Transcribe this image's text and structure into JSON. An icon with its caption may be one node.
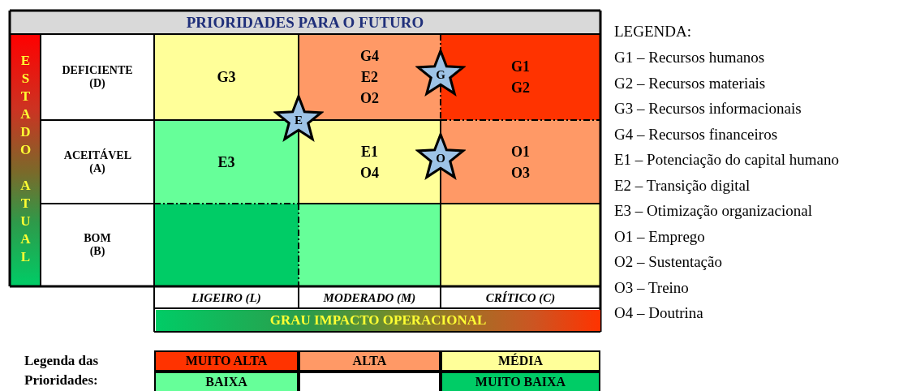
{
  "diagram": {
    "title": "PRIORIDADES PARA O FUTURO",
    "nodes": [
      {
        "text": [
          "G"
        ]
      },
      {
        "text": [
          "E"
        ]
      },
      {
        "text": [
          "O"
        ]
      }
    ],
    "edges": [],
    "labels": [
      "ESTADO ATUAL",
      "DEFICIENTE (D)",
      "G3",
      "G4 E2 O2",
      "G1 G2",
      "ACEITÁVEL (A)",
      "E3",
      "E1 O4",
      "O1 O3",
      "BOM (B)",
      "LIGEIRO (L)",
      "MODERADO (M)",
      "CRÍTICO (C)",
      "GRAU IMPACTO OPERACIONAL",
      "LEGENDA:",
      "G1 – Recursos humanos",
      "G2 – Recursos materiais",
      "G3 – Recursos informacionais",
      "G4 – Recursos financeiros",
      "E1 – Potenciação do capital humano",
      "E2 – Transição digital",
      "E3 – Otimização organizacional",
      "O1 – Emprego",
      "O2 – Sustentação",
      "O3 – Treino",
      "O4 – Doutrina",
      "Legenda das Prioridades:"
    ],
    "legend": [
      {
        "text": "MUITO ALTA",
        "color": "#ff3300"
      },
      {
        "text": "ALTA",
        "color": "#ff9966"
      },
      {
        "text": "MÉDIA",
        "color": "#ffff99"
      },
      {
        "text": "BAIXA",
        "color": "#66ff99"
      },
      {
        "text": "MUITO BAIXA",
        "color": "#00cc66"
      }
    ]
  }
}
